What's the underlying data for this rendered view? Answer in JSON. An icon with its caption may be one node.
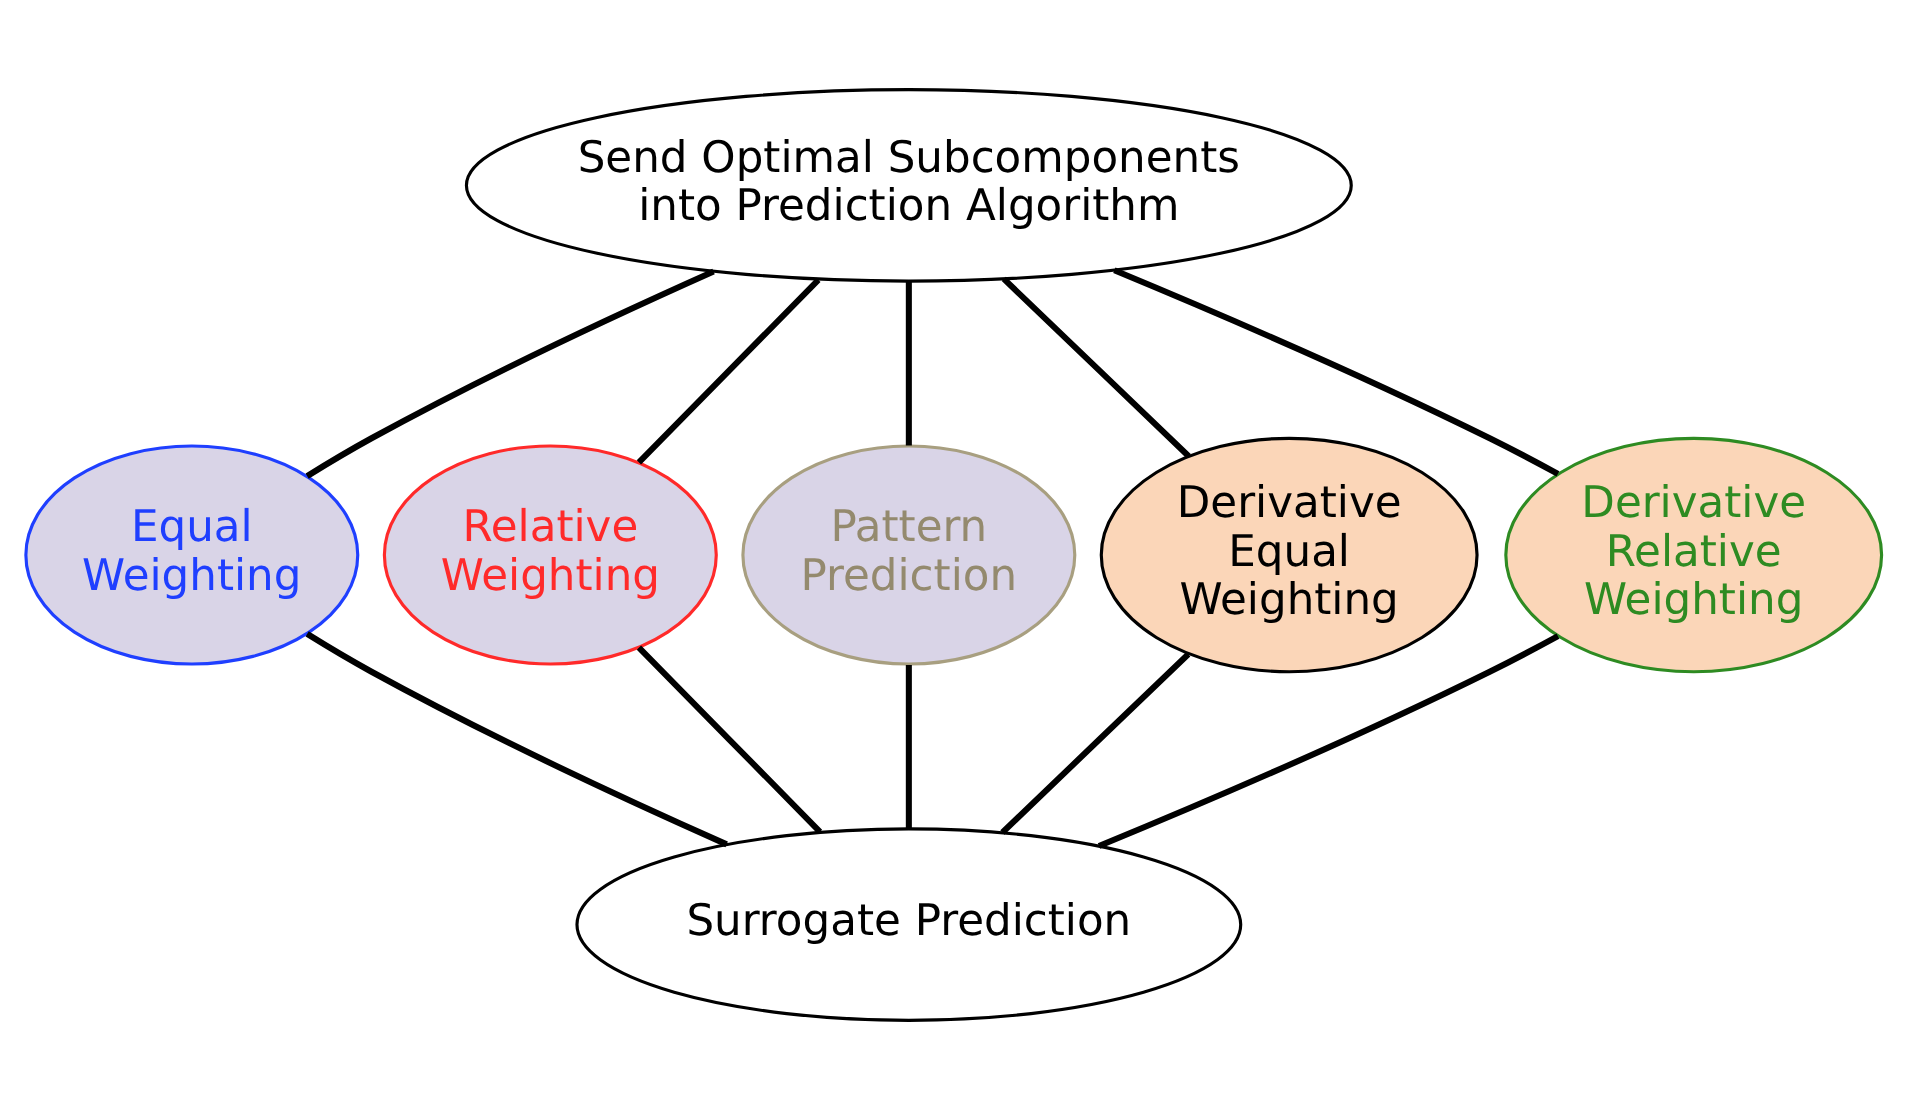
{
  "diagram": {
    "nodes": [
      {
        "text": [
          "Send Optimal Subcomponents into Prediction Algorithm"
        ]
      },
      {
        "text": [
          "Equal Weighting"
        ]
      },
      {
        "text": [
          "Relative Weighting"
        ]
      },
      {
        "text": [
          "Pattern Prediction"
        ]
      },
      {
        "text": [
          "Derivative Equal Weighting"
        ]
      },
      {
        "text": [
          "Derivative Relative Weighting"
        ]
      },
      {
        "text": [
          "Surrogate Prediction"
        ]
      }
    ],
    "edges": [
      {
        "from": 0,
        "to": 1,
        "arrow": "none"
      },
      {
        "from": 0,
        "to": 2,
        "arrow": "none"
      },
      {
        "from": 0,
        "to": 3,
        "arrow": "none"
      },
      {
        "from": 0,
        "to": 4,
        "arrow": "none"
      },
      {
        "from": 0,
        "to": 5,
        "arrow": "none"
      },
      {
        "from": 1,
        "to": 6,
        "arrow": "none"
      },
      {
        "from": 2,
        "to": 6,
        "arrow": "none"
      },
      {
        "from": 3,
        "to": 6,
        "arrow": "none"
      },
      {
        "from": 4,
        "to": 6,
        "arrow": "none"
      },
      {
        "from": 5,
        "to": 6,
        "arrow": "none"
      }
    ]
  }
}
